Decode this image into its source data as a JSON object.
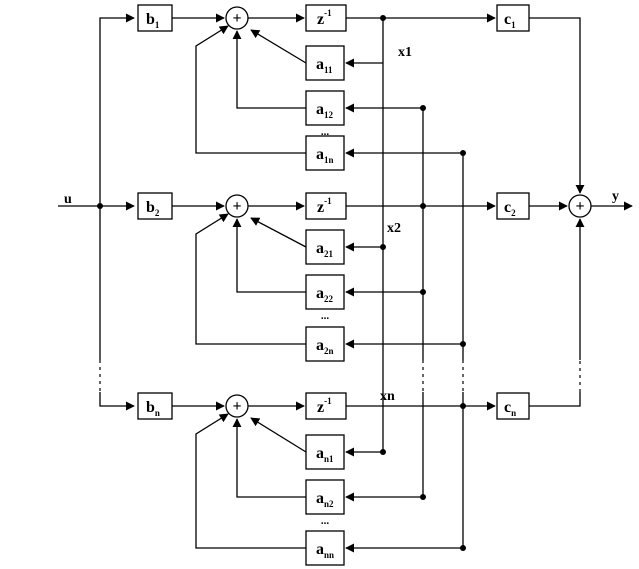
{
  "signals": {
    "input": "u",
    "output": "y",
    "x1": "x1",
    "x2": "x2",
    "xn": "xn"
  },
  "ellipsis": "...",
  "sum_symbol": "+",
  "delay": {
    "base": "z",
    "sup": "-1"
  },
  "rows": [
    {
      "b": "b",
      "b_sub": "1",
      "c": "c",
      "c_sub": "1",
      "a": [
        {
          "base": "a",
          "sub": "11"
        },
        {
          "base": "a",
          "sub": "12"
        },
        {
          "base": "a",
          "sub": "1n"
        }
      ]
    },
    {
      "b": "b",
      "b_sub": "2",
      "c": "c",
      "c_sub": "2",
      "a": [
        {
          "base": "a",
          "sub": "21"
        },
        {
          "base": "a",
          "sub": "22"
        },
        {
          "base": "a",
          "sub": "2n"
        }
      ]
    },
    {
      "b": "b",
      "b_sub": "n",
      "c": "c",
      "c_sub": "n",
      "a": [
        {
          "base": "a",
          "sub": "n1"
        },
        {
          "base": "a",
          "sub": "n2"
        },
        {
          "base": "a",
          "sub": "nn"
        }
      ]
    }
  ]
}
